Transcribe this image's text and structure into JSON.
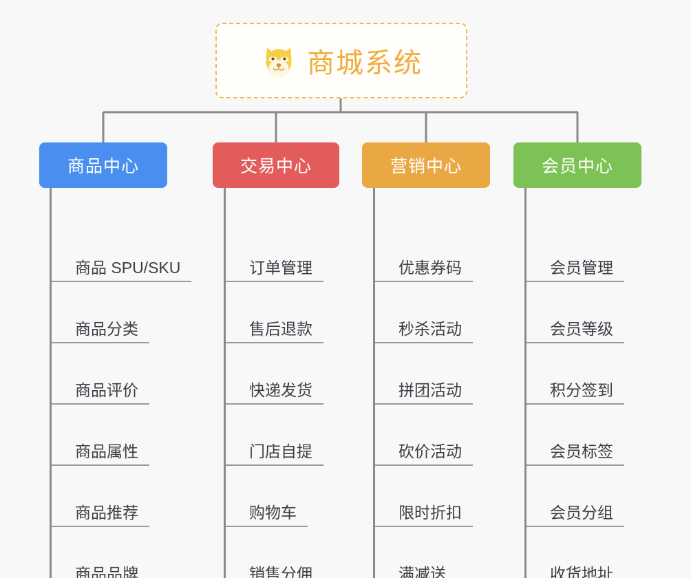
{
  "theme": {
    "background": "#f8f8f8",
    "connector_color": "#8a8a8a",
    "leaf_text_color": "#3b3f45",
    "leaf_underline_color": "#9a9a9a",
    "root_border_color": "#f0b95b",
    "root_text_color": "#f0ad3e"
  },
  "root": {
    "title": "商城系统",
    "icon": "dog-face-icon",
    "emoji": "🐶"
  },
  "columns": [
    {
      "label": "商品中心",
      "color": "#4a8ef0",
      "items": [
        "商品 SPU/SKU",
        "商品分类",
        "商品评价",
        "商品属性",
        "商品推荐",
        "商品品牌"
      ]
    },
    {
      "label": "交易中心",
      "color": "#e25c5c",
      "items": [
        "订单管理",
        "售后退款",
        "快递发货",
        "门店自提",
        "购物车",
        "销售分佣"
      ]
    },
    {
      "label": "营销中心",
      "color": "#eaa845",
      "items": [
        "优惠券码",
        "秒杀活动",
        "拼团活动",
        "砍价活动",
        "限时折扣",
        "满减送"
      ]
    },
    {
      "label": "会员中心",
      "color": "#7dc254",
      "items": [
        "会员管理",
        "会员等级",
        "积分签到",
        "会员标签",
        "会员分组",
        "收货地址"
      ]
    }
  ]
}
